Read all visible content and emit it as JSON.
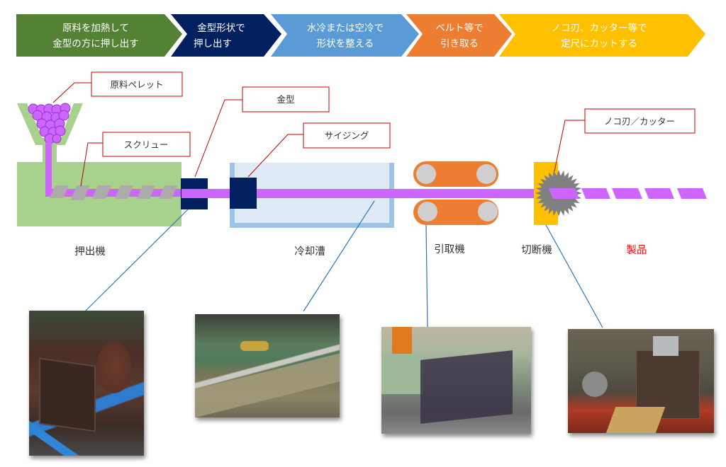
{
  "process_steps": [
    {
      "lines": [
        "原料を加熱して",
        "金型の方に押し出す"
      ],
      "color": "#548235"
    },
    {
      "lines": [
        "金型形状で",
        "押し出す"
      ],
      "color": "#002060"
    },
    {
      "lines": [
        "水冷または空冷で",
        "形状を整える"
      ],
      "color": "#5B9BD5"
    },
    {
      "lines": [
        "ベルト等で",
        "引き取る"
      ],
      "color": "#ED7D31"
    },
    {
      "lines": [
        "ノコ刃、カッター等で",
        "定尺にカットする"
      ],
      "color": "#FFC000"
    }
  ],
  "callouts": {
    "pellet": "原料ペレット",
    "screw": "スクリュー",
    "die": "金型",
    "sizing": "サイジング",
    "cutter": "ノコ刃／カッター"
  },
  "machines": {
    "extruder": "押出機",
    "cooling_tank": "冷却漕",
    "haul_off": "引取機",
    "cutter": "切断機",
    "product": "製品"
  },
  "colors": {
    "extruder_body": "#A9D18E",
    "material": "#CC66FF",
    "screw_flight": "#AEAAAA",
    "die": "#002060",
    "tank_border": "#9DC3E6",
    "tank_fill": "#DEEBF7",
    "belt": "#ED7D31",
    "roller": "#D0CECE",
    "cutter_frame": "#FFC000",
    "saw_blade": "#808080",
    "callout_line": "#C00000",
    "photo_line": "#2E75B6",
    "product_label": "#FF0000"
  },
  "photos": [
    {
      "subject": "extruder-die-photo"
    },
    {
      "subject": "cooling-tank-photo"
    },
    {
      "subject": "haul-off-photo"
    },
    {
      "subject": "cutter-photo"
    }
  ]
}
